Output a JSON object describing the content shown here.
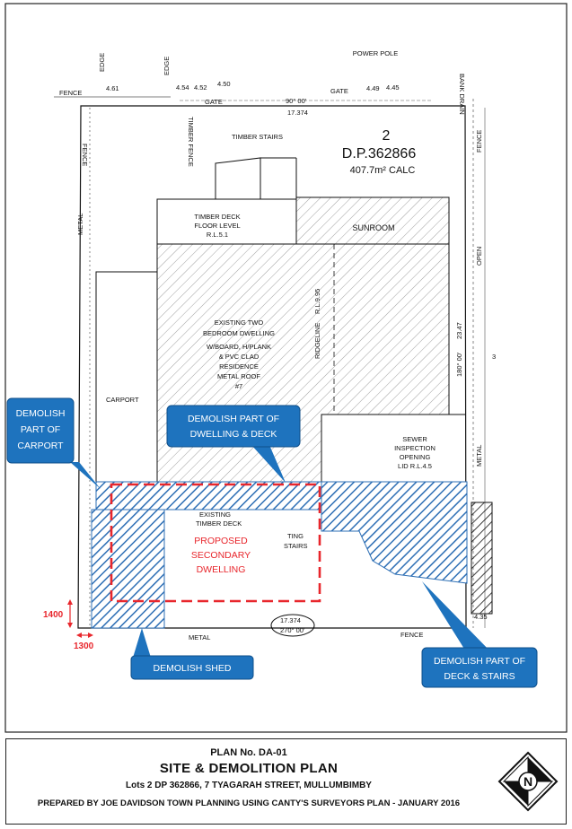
{
  "plan": {
    "top_labels": {
      "edge_1": "EDGE",
      "edge_2": "EDGE",
      "power_pole": "POWER POLE",
      "fence_top_left": "FENCE",
      "gate_top_left": "GATE",
      "gate_top_right": "GATE",
      "bank_drain": "BANK DRAIN",
      "spot_levels": [
        "4.61",
        "4.54",
        "4.52",
        "4.50",
        "4.49",
        "4.45"
      ],
      "bearing_top": "90° 00'",
      "distance_top": "17.374"
    },
    "lot": {
      "number": "2",
      "dp": "D.P.362866",
      "area": "407.7m² CALC"
    },
    "structures": {
      "timber_stairs": "TIMBER STAIRS",
      "timber_fence": "TIMBER FENCE",
      "timber_deck": "TIMBER DECK",
      "floor_level": "FLOOR LEVEL",
      "floor_rl": "R.L.5.1",
      "sunroom": "SUNROOM",
      "carport": "CARPORT",
      "ridgeline": "RIDGELINE",
      "ridge_rl": "R.L.9.95",
      "dwelling_lines": [
        "EXISTING TWO",
        "BEDROOM DWELLING",
        "W/BOARD, H/PLANK",
        "& PVC CLAD",
        "RESIDENCE",
        "METAL ROOF",
        "#7"
      ],
      "sewer_lines": [
        "SEWER",
        "INSPECTION",
        "OPENING",
        "LID R.L.4.5"
      ],
      "existing": "EXISTING",
      "existing_timber_deck": "TIMBER DECK",
      "stairs_partial": "TING",
      "stairs": "STAIRS",
      "fence_left": "FENCE",
      "metal_left": "METAL",
      "fence_right": "FENCE",
      "open_right": "OPEN",
      "metal_right": "METAL",
      "bearing_right": "180° 00'",
      "distance_right": "23.47",
      "bearing_bottom": "270° 00'",
      "distance_bottom": "17.374",
      "metal_bottom": "METAL",
      "fence_bottom": "FENCE",
      "lot_3": "3",
      "level_bottom_right": "4.35"
    },
    "proposed": [
      "PROPOSED",
      "SECONDARY",
      "DWELLING"
    ],
    "callouts": {
      "demolish_carport": [
        "DEMOLISH",
        "PART OF",
        "CARPORT"
      ],
      "demolish_dwelling": [
        "DEMOLISH PART OF",
        "DWELLING & DECK"
      ],
      "demolish_shed": "DEMOLISH SHED",
      "demolish_deck_stairs": [
        "DEMOLISH PART OF",
        "DECK & STAIRS"
      ]
    },
    "dimensions": {
      "vertical": "1400",
      "horizontal": "1300"
    },
    "colors": {
      "callout_blue": "#1e73be",
      "hatch_blue": "#2e6fb5",
      "proposed_red": "#e8262c",
      "line_black": "#111111"
    }
  },
  "title_block": {
    "plan_no": "PLAN No. DA-01",
    "title": "SITE & DEMOLITION PLAN",
    "lots": "Lots 2 DP 362866, 7 TYAGARAH STREET, MULLUMBIMBY",
    "prepared": "PREPARED BY JOE DAVIDSON TOWN PLANNING USING CANTY'S SURVEYORS PLAN - JANUARY 2016",
    "north_label": "N"
  }
}
